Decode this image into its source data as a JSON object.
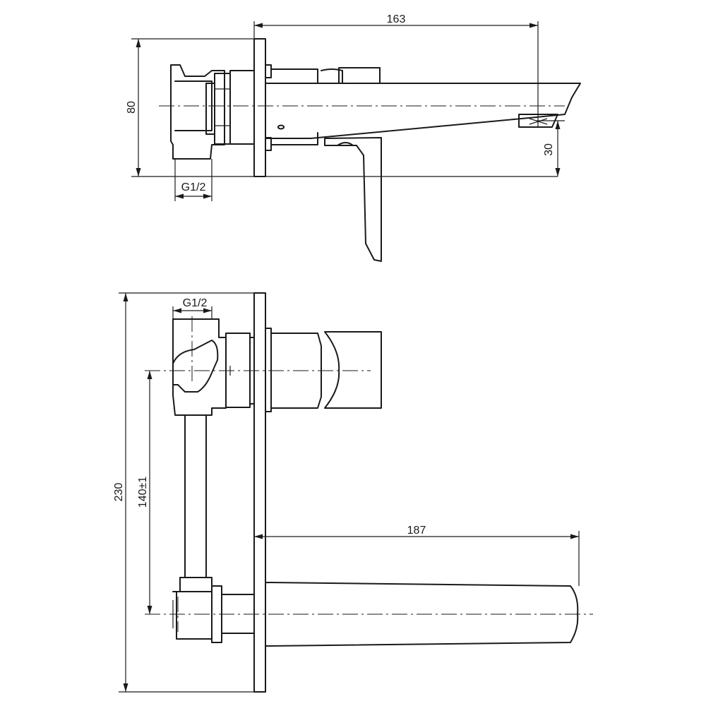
{
  "dimensions": {
    "top_width": "163",
    "top_height": "80",
    "top_outlet_height": "30",
    "top_thread": "G1/2",
    "front_height": "230",
    "front_center": "140±1",
    "front_thread": "G1/2",
    "front_spout": "187"
  }
}
